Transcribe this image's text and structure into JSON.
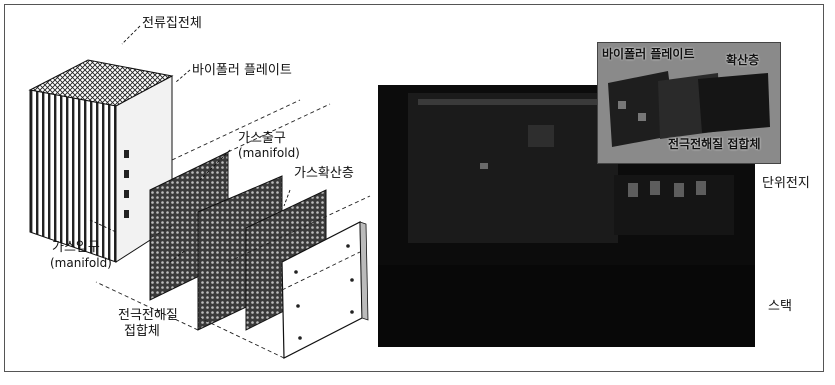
{
  "diagram": {
    "labels": {
      "current_collector": "전류집전체",
      "bipolar_plate": "바이폴러 플레이트",
      "gas_outlet": "가스출구",
      "gas_outlet_sub": "(manifold)",
      "gas_inlet": "가스입구",
      "gas_inlet_sub": "(manifold)",
      "gas_diffusion_layer": "가스확산층",
      "mea_line1": "전극전해질",
      "mea_line2": "접합체"
    }
  },
  "photo": {
    "inset_labels": {
      "bipolar_plate": "바이폴러 플레이트",
      "diffusion_layer": "확산층",
      "mea": "전극전해질 접합체"
    },
    "unit_cell": "단위전지",
    "stack": "스택"
  }
}
